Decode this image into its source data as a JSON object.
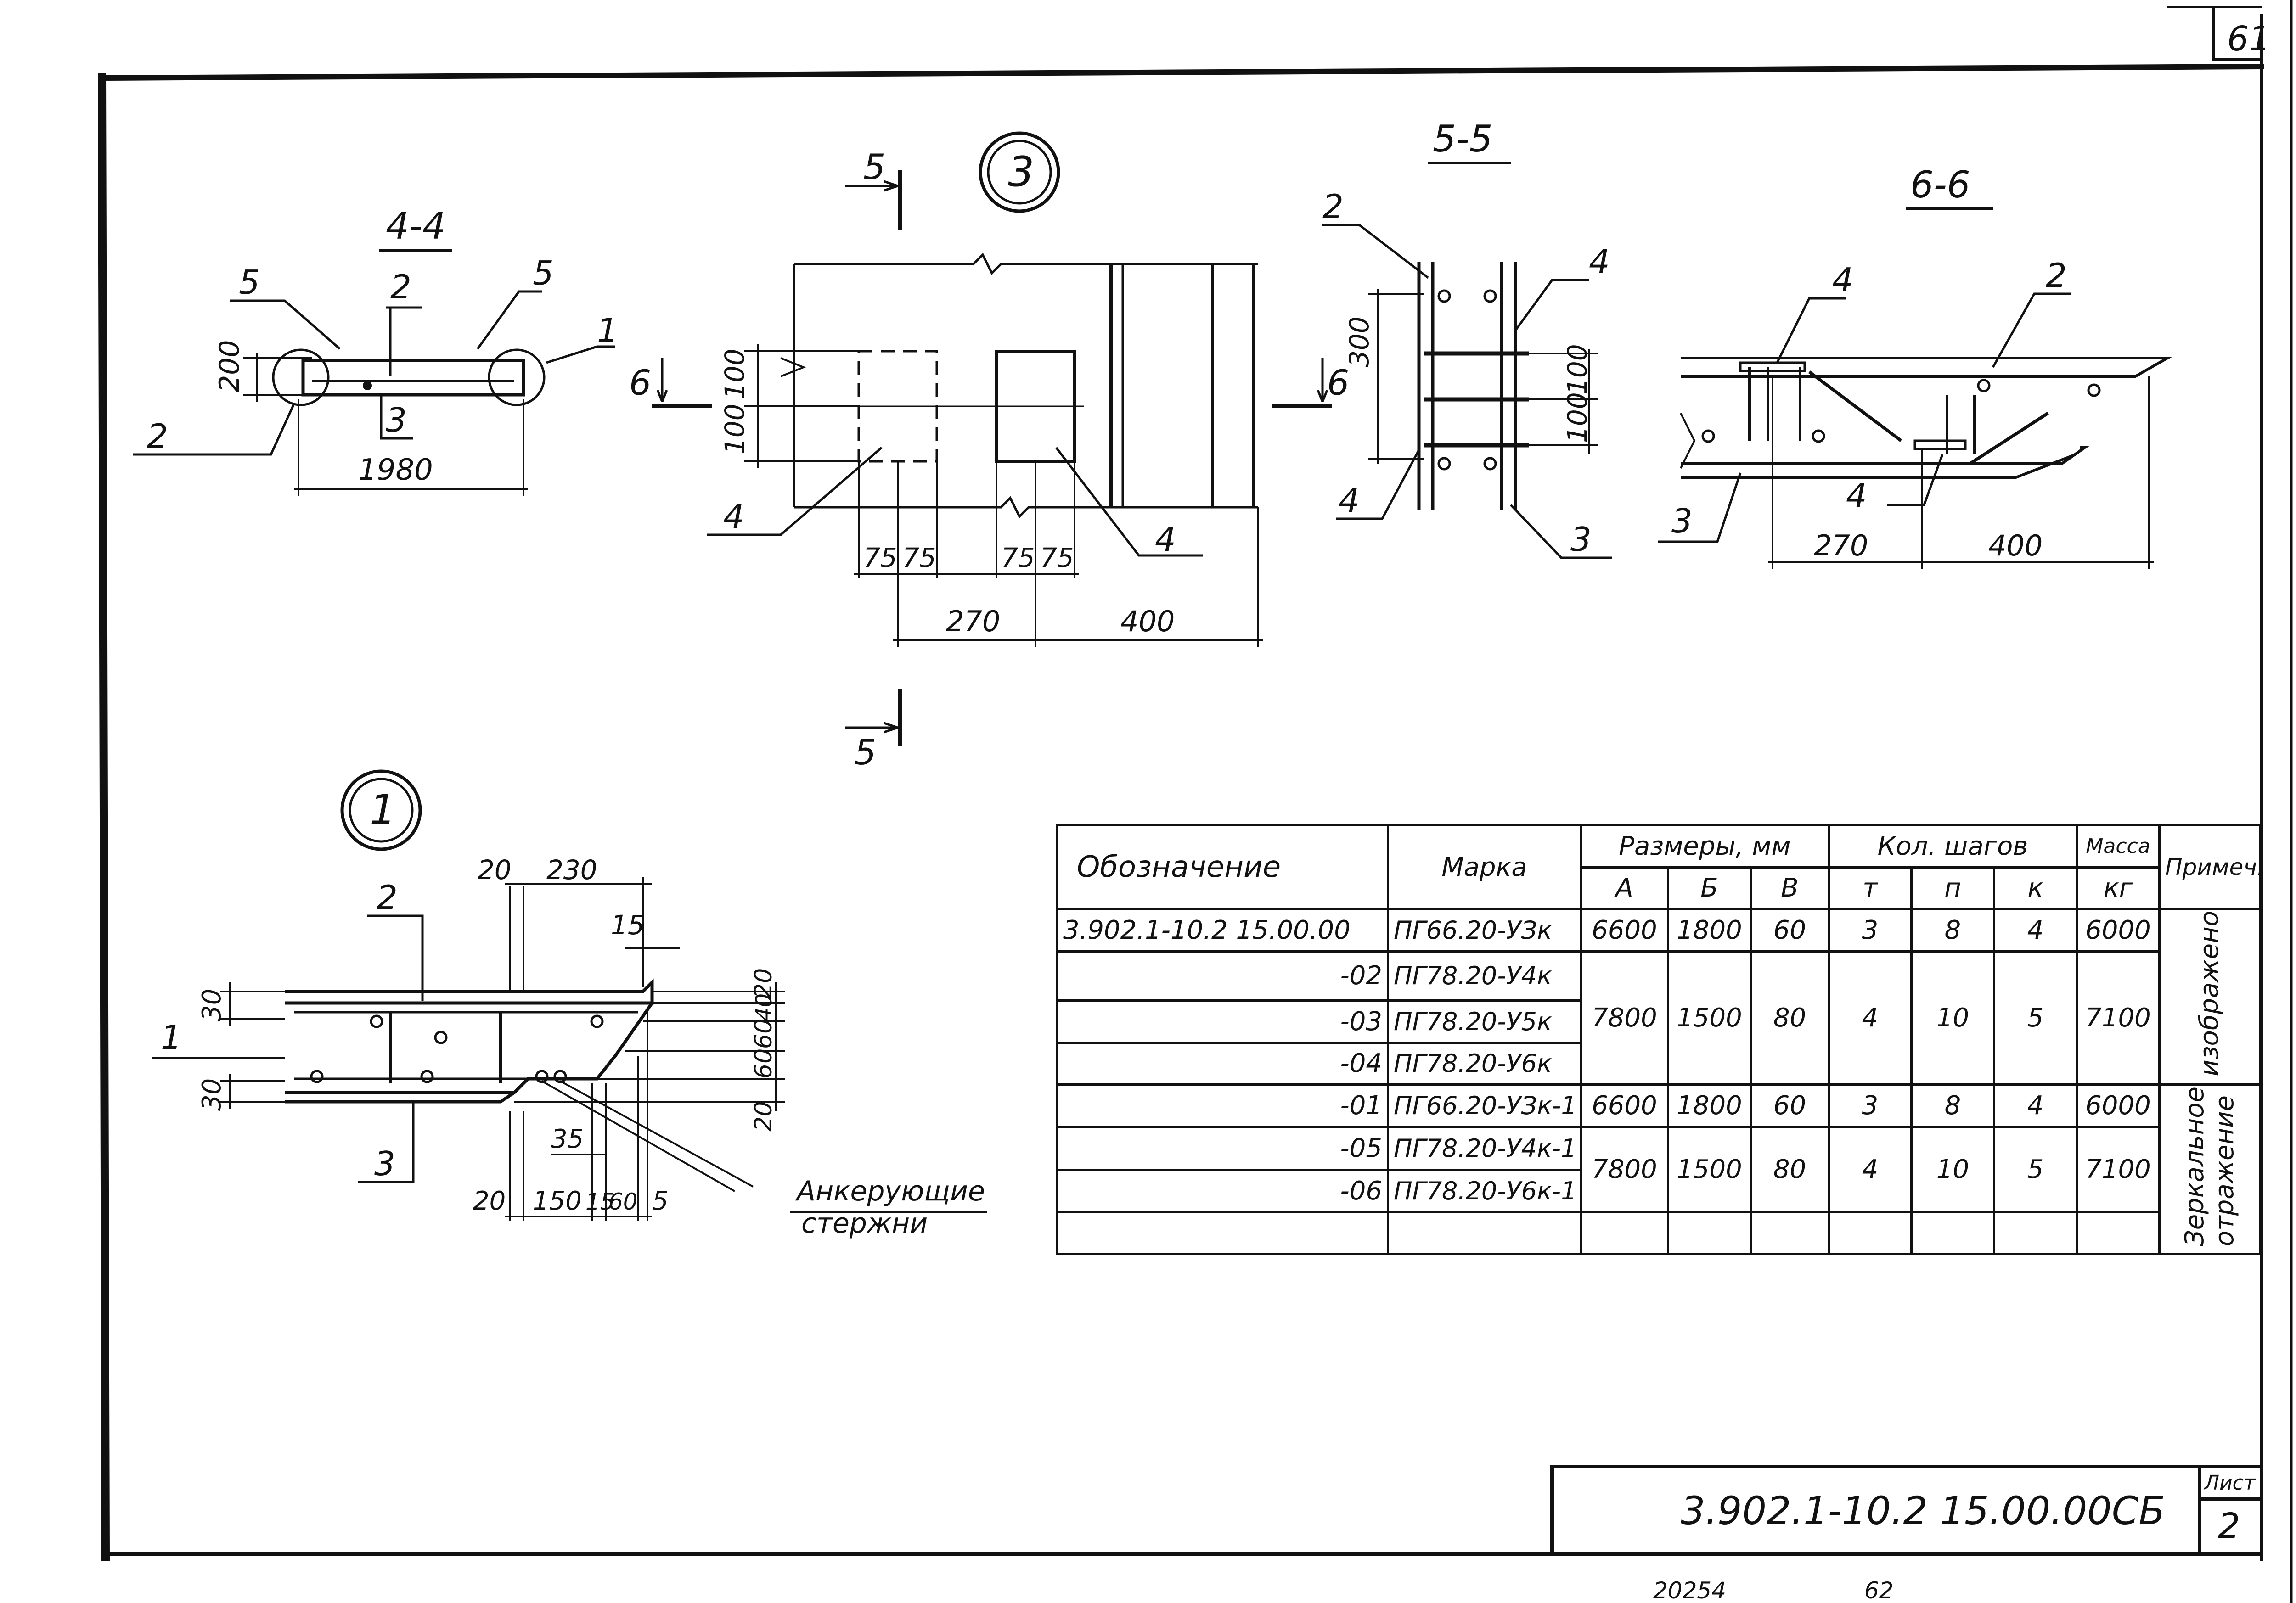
{
  "sheet": {
    "corner_number": "61",
    "title_block": {
      "label_sheet": "Лист",
      "code": "3.902.1-10.2 15.00.00СБ",
      "sheet_no": "2"
    },
    "bottom_notes": [
      "20254",
      "62"
    ]
  },
  "views": {
    "v44": {
      "title": "4-4",
      "callouts": [
        "5",
        "2",
        "5",
        "1",
        "2",
        "3"
      ],
      "dims": [
        "200",
        "1980"
      ]
    },
    "v3": {
      "marker": "3",
      "cut_top": "5",
      "cut_bottom": "5",
      "cut_left": "6",
      "cut_right": "6",
      "callouts": [
        "4",
        "4"
      ],
      "dims": [
        "100",
        "100",
        "75",
        "75",
        "75",
        "75",
        "270",
        "400"
      ]
    },
    "v55": {
      "title": "5-5",
      "callouts": [
        "2",
        "4",
        "4",
        "3"
      ],
      "dims": [
        "300",
        "100",
        "100"
      ]
    },
    "v66": {
      "title": "6-6",
      "callouts": [
        "4",
        "2",
        "4",
        "3"
      ],
      "dims": [
        "270",
        "400"
      ]
    },
    "v1": {
      "marker": "1",
      "callouts": [
        "2",
        "1",
        "3"
      ],
      "dims_top": [
        "20",
        "230",
        "15"
      ],
      "dims_left": [
        "30",
        "30"
      ],
      "dims_right": [
        "20",
        "40",
        "60",
        "60",
        "20"
      ],
      "dims_bottom": [
        "35",
        "20",
        "150",
        "15",
        "60",
        "5"
      ],
      "label_line1": "Анкерующие",
      "label_line2": "стержни"
    }
  },
  "spec_table": {
    "headers": {
      "designation": "Обозначение",
      "mark": "Марка",
      "sizes": "Размеры, мм",
      "steps": "Кол. шагов",
      "mass": "Масса",
      "mass_unit": "кг",
      "note": "Примеч.",
      "A": "А",
      "B": "Б",
      "V": "В",
      "m": "т",
      "n": "п",
      "k": "к"
    },
    "rows": [
      {
        "code": "3.902.1-10.2 15.00.00",
        "mark": "ПГ66.20-УЗк"
      },
      {
        "code": "-02",
        "mark": "ПГ78.20-У4к"
      },
      {
        "code": "-03",
        "mark": "ПГ78.20-У5к"
      },
      {
        "code": "-04",
        "mark": "ПГ78.20-У6к"
      },
      {
        "code": "-01",
        "mark": "ПГ66.20-УЗк-1"
      },
      {
        "code": "-05",
        "mark": "ПГ78.20-У4к-1"
      },
      {
        "code": "-06",
        "mark": "ПГ78.20-У6к-1"
      },
      {
        "code": "",
        "mark": ""
      }
    ],
    "groups": [
      {
        "A": "6600",
        "B": "1800",
        "V": "60",
        "m": "3",
        "n": "8",
        "k": "4",
        "mass": "6000"
      },
      {
        "A": "7800",
        "B": "1500",
        "V": "80",
        "m": "4",
        "n": "10",
        "k": "5",
        "mass": "7100"
      },
      {
        "A": "6600",
        "B": "1800",
        "V": "60",
        "m": "3",
        "n": "8",
        "k": "4",
        "mass": "6000"
      },
      {
        "A": "7800",
        "B": "1500",
        "V": "80",
        "m": "4",
        "n": "10",
        "k": "5",
        "mass": "7100"
      }
    ],
    "notes": {
      "depicted": "изображено",
      "mirror_line1": "Зеркальное",
      "mirror_line2": "отражение"
    }
  }
}
